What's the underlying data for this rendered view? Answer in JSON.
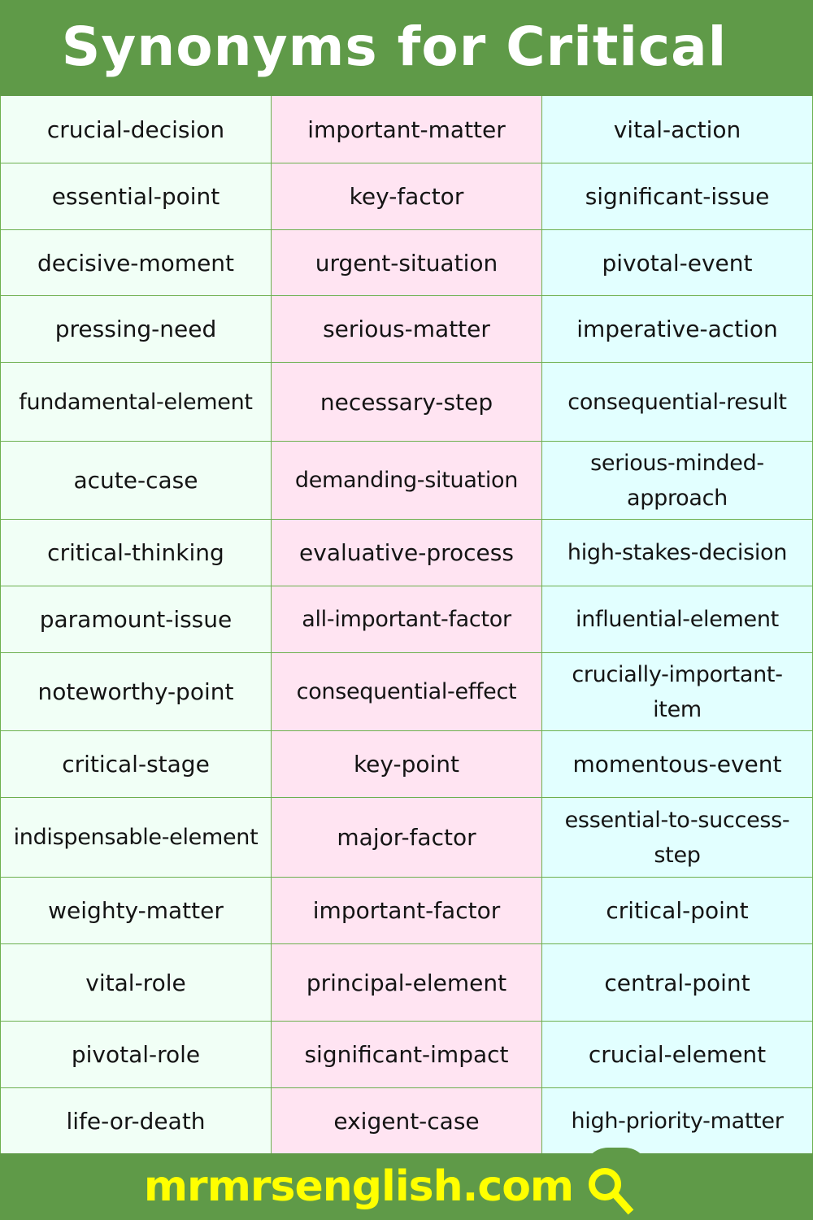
{
  "header": {
    "title": "Synonyms for Critical"
  },
  "colors": {
    "brand_green": "#5f9a48",
    "grid_line": "#6db04f",
    "col1_bg": "#f1fff6",
    "col2_bg": "#ffe4f2",
    "col3_bg": "#e2ffff",
    "footer_text": "#ffff00",
    "title_text": "#ffffff"
  },
  "table": {
    "rows": [
      {
        "height": 82,
        "cells": [
          "crucial-decision",
          "important-matter",
          "vital-action"
        ]
      },
      {
        "height": 82,
        "cells": [
          "essential-point",
          "key-factor",
          "significant-issue"
        ]
      },
      {
        "height": 81,
        "cells": [
          "decisive-moment",
          "urgent-situation",
          "pivotal-event"
        ]
      },
      {
        "height": 82,
        "cells": [
          "pressing-need",
          "serious-matter",
          "imperative-action"
        ]
      },
      {
        "height": 97,
        "cells": [
          "fundamental-element",
          "necessary-step",
          "consequential-result"
        ]
      },
      {
        "height": 96,
        "cells": [
          "acute-case",
          "demanding-situation",
          "serious-minded-approach"
        ]
      },
      {
        "height": 82,
        "cells": [
          "critical-thinking",
          "evaluative-process",
          "high-stakes-decision"
        ]
      },
      {
        "height": 82,
        "cells": [
          "paramount-issue",
          "all-important-factor",
          "influential-element"
        ]
      },
      {
        "height": 96,
        "cells": [
          "noteworthy-point",
          "consequential-effect",
          "crucially-important-item"
        ]
      },
      {
        "height": 82,
        "cells": [
          "critical-stage",
          "key-point",
          "momentous-event"
        ]
      },
      {
        "height": 98,
        "cells": [
          "indispensable-element",
          "major-factor",
          "essential-to-success-step"
        ]
      },
      {
        "height": 82,
        "cells": [
          "weighty-matter",
          "important-factor",
          "critical-point"
        ]
      },
      {
        "height": 95,
        "cells": [
          "vital-role",
          "principal-element",
          "central-point"
        ]
      },
      {
        "height": 82,
        "cells": [
          "pivotal-role",
          "significant-impact",
          "crucial-element"
        ]
      },
      {
        "height": 81,
        "cells": [
          "life-or-death",
          "exigent-case",
          "high-priority-matter"
        ]
      }
    ]
  },
  "footer": {
    "site": "mrmrsenglish.com",
    "icon": "search-icon"
  }
}
